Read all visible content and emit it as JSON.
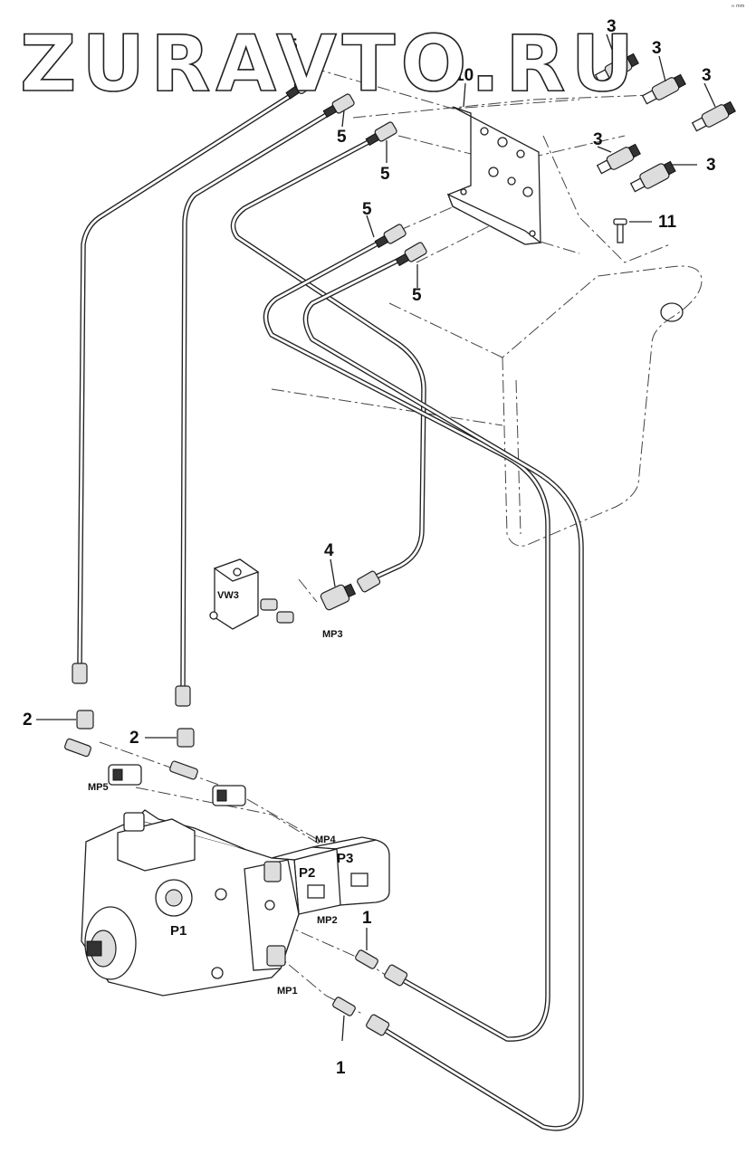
{
  "watermark": "ZURAVTO.RU",
  "corner_mark": "ⁿ ᵐᵐ",
  "callouts": {
    "n1a": "1",
    "n1b": "1",
    "n2a": "2",
    "n2b": "2",
    "n3a": "3",
    "n3b": "3",
    "n3c": "3",
    "n3d": "3",
    "n3e": "3",
    "n4": "4",
    "n5a": "5",
    "n5b": "5",
    "n5c": "5",
    "n5d": "5",
    "n5e": "5",
    "n10": "10",
    "n11": "11"
  },
  "port_labels": {
    "mp1": "MP1",
    "mp2": "MP2",
    "mp3": "MP3",
    "mp4": "MP4",
    "mp5": "MP5",
    "vw3": "VW3",
    "p1": "P1",
    "p2": "P2",
    "p3": "P3"
  }
}
